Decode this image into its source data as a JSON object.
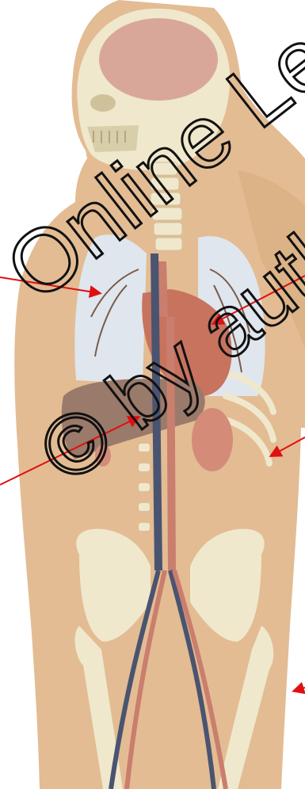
{
  "image": {
    "subject": "anatomical illustration of the human torso",
    "watermark_line1": "Online Lectures",
    "watermark_line2": "© by authors"
  },
  "colors": {
    "background": "#ffffff",
    "skin": "#e3bc93",
    "bone": "#efe8cc",
    "bone_shadow": "#cfc29a",
    "brain": "#d9a79a",
    "lung": "#dfe6ee",
    "vein": "#4a5470",
    "artery": "#c97e6e",
    "heart": "#c7735e",
    "liver": "#9a7a6a",
    "kidney": "#d48c78",
    "pointer_arrow": "#e01010",
    "watermark": "#111111"
  },
  "pointers": [
    {
      "name": "lung-pointer"
    },
    {
      "name": "heart-pointer"
    },
    {
      "name": "liver-pointer"
    },
    {
      "name": "rib-pointer"
    },
    {
      "name": "femur-pointer"
    }
  ]
}
